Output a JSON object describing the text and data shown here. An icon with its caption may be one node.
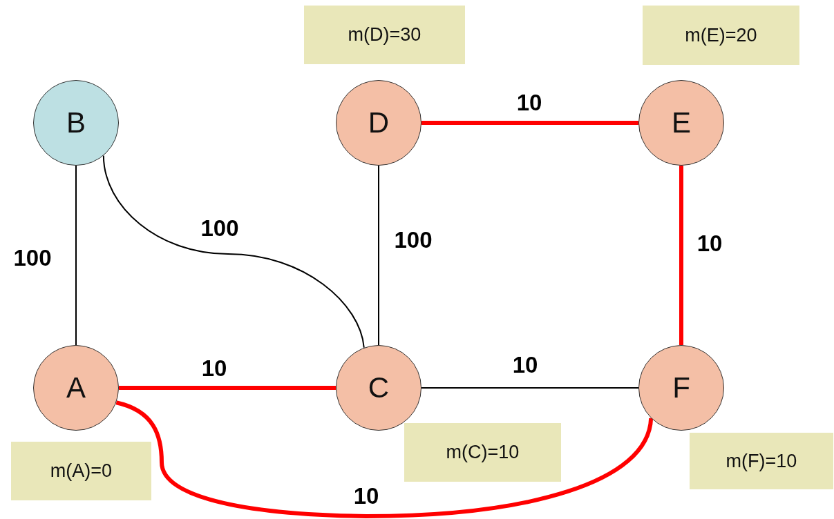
{
  "diagram": {
    "nodes": [
      {
        "text": [
          "m(D)=30"
        ]
      },
      {
        "text": [
          "m(E)=20"
        ]
      },
      {
        "text": [
          "B"
        ]
      },
      {
        "text": [
          "D"
        ]
      },
      {
        "text": [
          "E"
        ]
      },
      {
        "text": [
          "A"
        ]
      },
      {
        "text": [
          "C"
        ]
      },
      {
        "text": [
          "F"
        ]
      },
      {
        "text": [
          "m(C)=10"
        ]
      },
      {
        "text": [
          "m(A)=0"
        ]
      },
      {
        "text": [
          "m(F)=10"
        ]
      }
    ],
    "edges": [
      {
        "from": 2,
        "to": 5,
        "arrow": "none",
        "label": "100"
      },
      {
        "from": 2,
        "to": 6,
        "arrow": "none",
        "label": "100"
      },
      {
        "from": 3,
        "to": 6,
        "arrow": "none",
        "label": "100"
      },
      {
        "from": 3,
        "to": 4,
        "arrow": "none",
        "label": "10",
        "style": "thick",
        "color": "#ff0000"
      },
      {
        "from": 4,
        "to": 7,
        "arrow": "none",
        "label": "10",
        "style": "thick",
        "color": "#ff0000"
      },
      {
        "from": 5,
        "to": 6,
        "arrow": "none",
        "label": "10",
        "style": "thick",
        "color": "#ff0000"
      },
      {
        "from": 6,
        "to": 7,
        "arrow": "none",
        "label": "10"
      },
      {
        "from": 5,
        "to": 7,
        "arrow": "none",
        "label": "10",
        "style": "thick",
        "color": "#ff0000"
      }
    ]
  }
}
